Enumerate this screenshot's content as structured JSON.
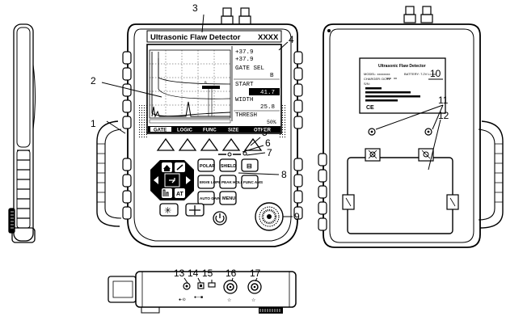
{
  "device": {
    "title": "Ultrasonic Flaw Detector",
    "model": "XXXX",
    "readout": {
      "value_1": "+37.9",
      "value_2": "+37.9",
      "gate_sel": "GATE SEL",
      "gate_sel_val": "B",
      "start": "START",
      "start_val": "41.7",
      "width": "WIDTH",
      "width_val": "25.8",
      "thresh": "THRESH",
      "thresh_val": "50%"
    },
    "menu": [
      "GATE",
      "LOGIC",
      "FUNC",
      "SIZE",
      "OTHER"
    ]
  },
  "keys": {
    "row1": [
      "POLAR",
      "SHIELD",
      "⊟"
    ],
    "row2": [
      "ENVE LOPE",
      "PEAK HOLD",
      "FUNC AMS"
    ],
    "row3": [
      "AUTO GAIN",
      "MENU"
    ],
    "wedge": "AT"
  },
  "back_label": {
    "title": "Ultrasonic Flaw Detector",
    "model": "MODEL: xxxxxxxx",
    "battery": "BATTERY: 7.2V Li-ion",
    "charger": "CHARGER: DC9V",
    "sn": "S/N:",
    "mark": "CE"
  },
  "callouts": [
    "1",
    "2",
    "3",
    "4",
    "5",
    "6",
    "7",
    "8",
    "9",
    "10",
    "11",
    "12",
    "13",
    "14",
    "15",
    "16",
    "17"
  ]
}
